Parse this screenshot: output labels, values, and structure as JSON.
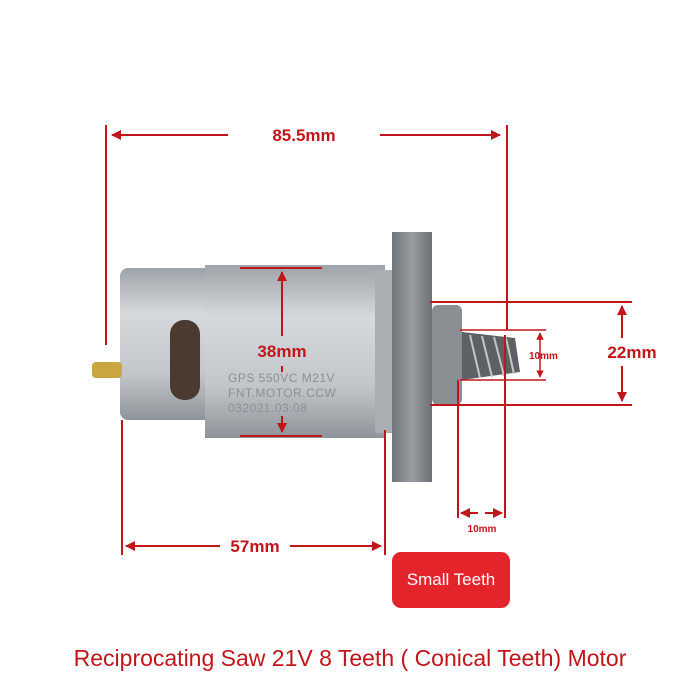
{
  "dimensions": {
    "overall_length": "85.5mm",
    "body_diameter": "38mm",
    "bearing_diameter": "22mm",
    "gear_diameter": "10mm",
    "gear_length": "10mm",
    "body_length": "57mm"
  },
  "motor_markings": [
    "GPS 550VC M21V",
    "FNT.MOTOR.CCW",
    "032021.03.08"
  ],
  "badge": "Small Teeth",
  "title": "Reciprocating Saw 21V 8 Teeth ( Conical Teeth) Motor",
  "colors": {
    "annotation": "#c0161b",
    "badge": "#e3242b",
    "motor": "#b9bec4"
  }
}
